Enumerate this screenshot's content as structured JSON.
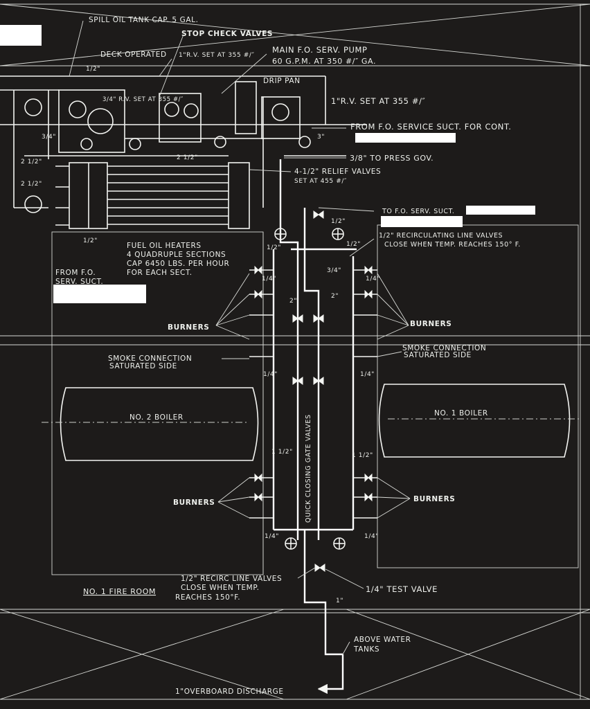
{
  "labels": {
    "spill_oil_tank": "SPILL OIL TANK CAP. 5 GAL.",
    "stop_check_valves": "STOP CHECK VALVES",
    "deck_operated": "DECK OPERATED",
    "rv_set_355": "1\"R.V. SET AT 355 #/″",
    "rv_set_small": "3/4\" R.V. SET AT 355 #/″",
    "main_fo_pump_1": "MAIN F.O. SERV. PUMP",
    "main_fo_pump_2": "60 G.P.M. AT 350 #/″ GA.",
    "drip_pan": "DRIP PAN",
    "rv_set_right": "1\"R.V. SET AT 355 #/″",
    "from_fo_service": "FROM F.O. SERVICE SUCT. FOR CONT.",
    "to_press_gov": "3/8\" TO PRESS GOV.",
    "relief_valves_1": "4-1/2\" RELIEF VALVES",
    "relief_valves_2": "SET AT 455 #/″",
    "to_fo_serv": "TO F.O. SERV. SUCT.",
    "recirc_1": "1/2\" RECIRCULATING LINE VALVES",
    "recirc_2": "CLOSE WHEN TEMP. REACHES 150° F.",
    "heaters_1": "FUEL OIL HEATERS",
    "heaters_2": "4 QUADRUPLE SECTIONS",
    "heaters_3": "CAP 6450 LBS. PER HOUR",
    "heaters_4": "FOR EACH SECT.",
    "from_fo_1": "FROM F.O.",
    "from_fo_2": "SERV. SUCT.",
    "burners_upper_left": "BURNERS",
    "burners_upper_right": "BURNERS",
    "smoke_left_1": "SMOKE CONNECTION",
    "smoke_left_2": "SATURATED SIDE",
    "smoke_right_1": "SMOKE CONNECTION",
    "smoke_right_2": "SATURATED SIDE",
    "boiler_2": "NO. 2 BOILER",
    "boiler_1": "NO. 1 BOILER",
    "quick_closing": "QUICK CLOSING GATE VALVES",
    "burners_lower_left": "BURNERS",
    "burners_lower_right": "BURNERS",
    "recirc_lower_1": "1/2\" RECIRC LINE VALVES",
    "recirc_lower_2": "CLOSE WHEN TEMP.",
    "recirc_lower_3": "REACHES 150°F.",
    "fire_room": "NO. 1 FIRE ROOM",
    "test_valve": "1/4\" TEST VALVE",
    "above_water_1": "ABOVE WATER",
    "above_water_2": "TANKS",
    "overboard": "1\"OVERBOARD  DISCHARGE",
    "size_half": "1/2\"",
    "size_quarter": "1/4\"",
    "size_3q": "3/4\"",
    "size_1": "1\"",
    "size_2": "2\"",
    "size_2half": "2 1/2\"",
    "size_1half": "1 1/2\"",
    "size_3": "3\""
  }
}
